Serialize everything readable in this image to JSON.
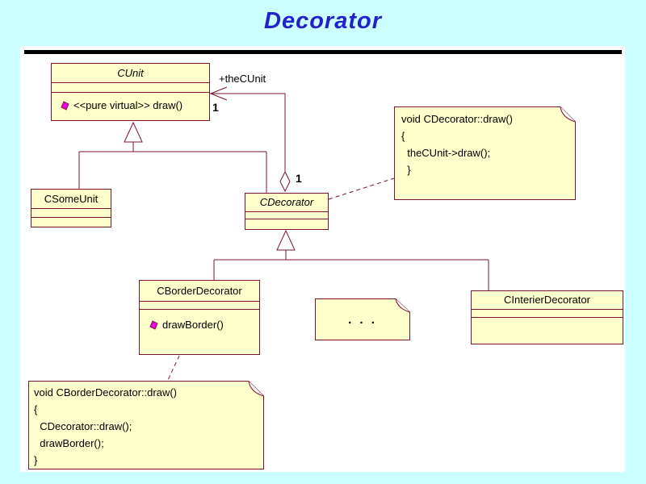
{
  "slide": {
    "title": "Decorator"
  },
  "colors": {
    "background": "#CCFFFF",
    "title_text": "#2222CC",
    "canvas": "#FFFFFF",
    "separator_bar": "#000000",
    "box_fill": "#FFFFCC",
    "box_border": "#7D1432",
    "operation_icon": "#EE00EE",
    "text": "#000000"
  },
  "classes": {
    "cunit": {
      "name": "CUnit",
      "operation": "<<pure virtual>> draw()"
    },
    "csomeunit": {
      "name": "CSomeUnit"
    },
    "cdecorator": {
      "name": "CDecorator"
    },
    "cborderdecorator": {
      "name": "CBorderDecorator",
      "operation": "drawBorder()"
    },
    "cinterierdecorator": {
      "name": "CInterierDecorator"
    }
  },
  "association": {
    "role_label": "+theCUnit",
    "cunit_multiplicity": "1",
    "cdecorator_multiplicity": "1"
  },
  "notes": {
    "decorator_draw": {
      "lines": [
        "void CDecorator::draw()",
        "{",
        "  theCUnit->draw();",
        "  }"
      ]
    },
    "ellipsis": {
      "text": ". . ."
    },
    "border_decorator_draw": {
      "lines": [
        "void CBorderDecorator::draw()",
        "{",
        "  CDecorator::draw();",
        "  drawBorder();",
        "}"
      ]
    }
  }
}
